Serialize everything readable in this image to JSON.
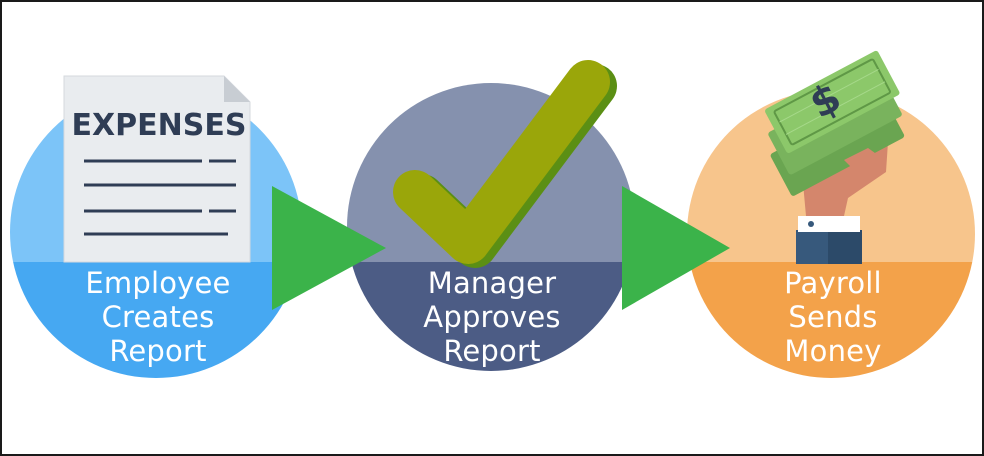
{
  "document": {
    "heading": "EXPENSES"
  },
  "steps": [
    {
      "line1": "Employee",
      "line2": "Creates",
      "line3": "Report"
    },
    {
      "line1": "Manager",
      "line2": "Approves",
      "line3": "Report"
    },
    {
      "line1": "Payroll",
      "line2": "Sends",
      "line3": "Money"
    }
  ],
  "money": {
    "symbol": "$"
  },
  "icons": [
    "expense-report-icon",
    "checkmark-icon",
    "money-hand-icon",
    "arrow-right-icon"
  ],
  "colors": {
    "step1_top": "#7cc4f8",
    "step1_bottom": "#46a8f2",
    "step2_top": "#8591ae",
    "step2_bottom": "#4c5c85",
    "step3_top": "#f7c58c",
    "step3_bottom": "#f3a24a",
    "arrow": "#3bb34a",
    "check": "#9aa60a",
    "cash": "#8cc86a"
  }
}
